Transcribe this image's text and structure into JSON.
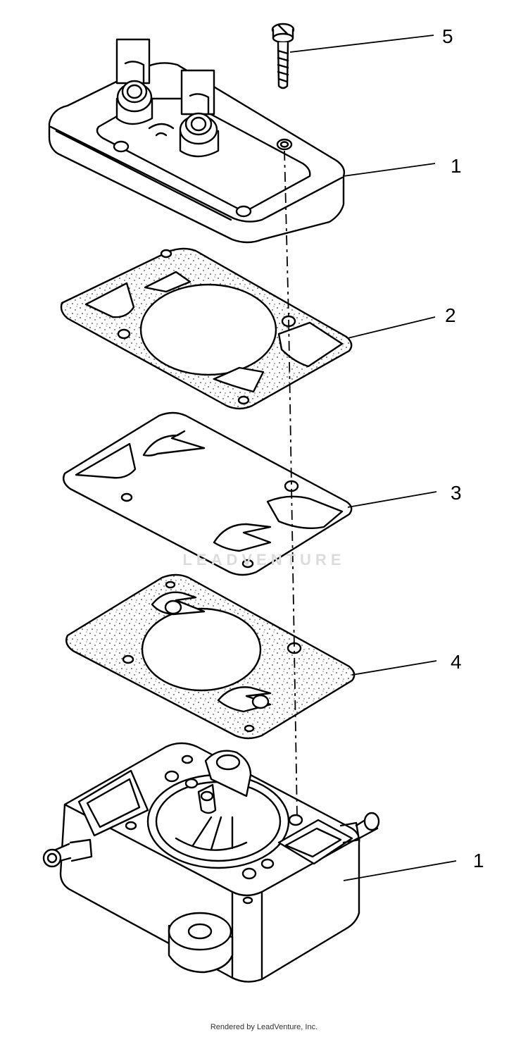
{
  "callouts": [
    {
      "id": "cover",
      "label": "5"
    },
    {
      "id": "top-housing",
      "label": "1"
    },
    {
      "id": "gasket-upper",
      "label": "2"
    },
    {
      "id": "diaphragm",
      "label": "3"
    },
    {
      "id": "gasket-lower",
      "label": "4"
    },
    {
      "id": "bottom-housing",
      "label": "1"
    }
  ],
  "watermark": "LEADVENTURE",
  "footer": "Rendered by LeadVenture, Inc."
}
